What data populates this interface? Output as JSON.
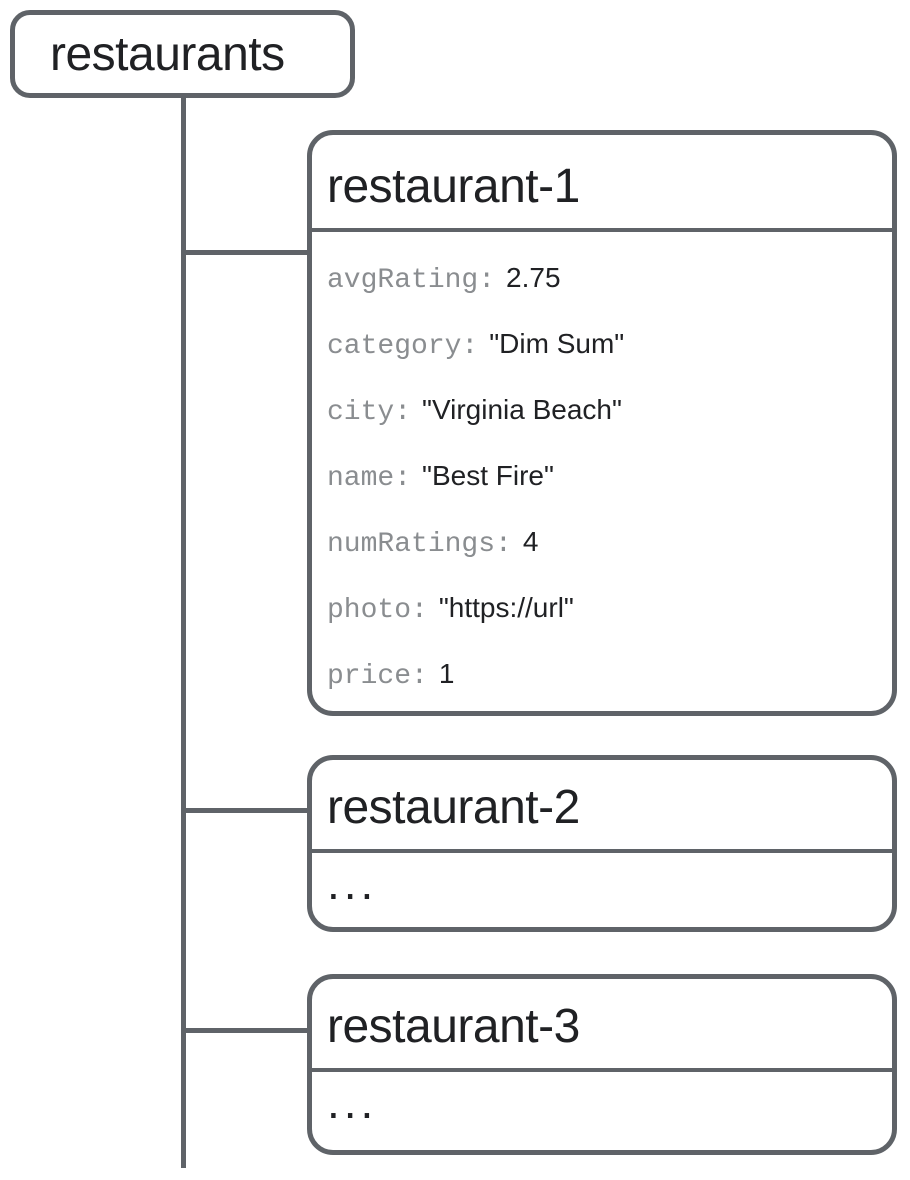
{
  "diagram": {
    "root": {
      "label": "restaurants"
    },
    "children": [
      {
        "title": "restaurant-1",
        "fields": [
          {
            "key": "avgRating:",
            "value": "2.75"
          },
          {
            "key": "category:",
            "value": "\"Dim Sum\""
          },
          {
            "key": "city:",
            "value": "\"Virginia Beach\""
          },
          {
            "key": "name:",
            "value": "\"Best Fire\""
          },
          {
            "key": "numRatings:",
            "value": "4"
          },
          {
            "key": "photo:",
            "value": "\"https://url\""
          },
          {
            "key": "price:",
            "value": "1"
          }
        ]
      },
      {
        "title": "restaurant-2",
        "body": "..."
      },
      {
        "title": "restaurant-3",
        "body": "..."
      }
    ],
    "colors": {
      "line": "#5f6368",
      "key_text": "#8a8d90",
      "value_text": "#202124",
      "title_text": "#202124",
      "background": "#ffffff"
    }
  }
}
